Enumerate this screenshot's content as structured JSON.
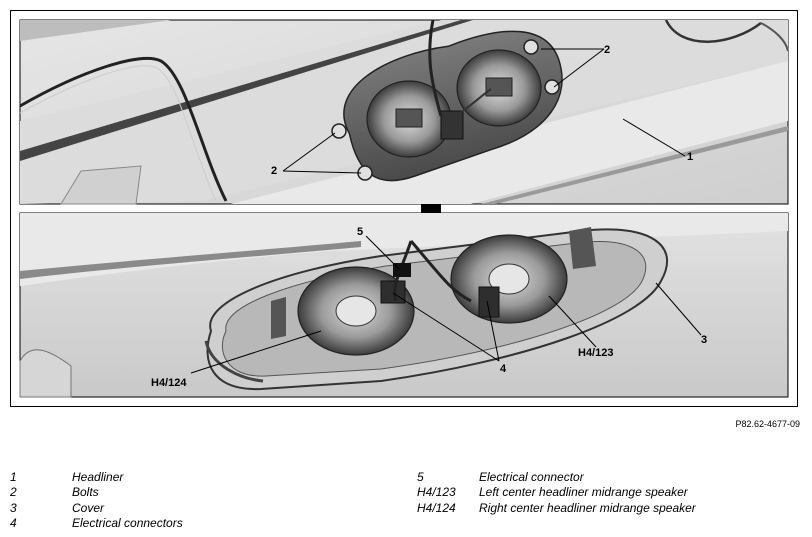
{
  "figure": {
    "id": "P82.62-4677-09",
    "callouts": {
      "c1": "1",
      "c2a": "2",
      "c2b": "2",
      "c3": "3",
      "c4": "4",
      "c5": "5",
      "h4_123": "H4/123",
      "h4_124": "H4/124"
    }
  },
  "legend": {
    "left": [
      {
        "code": "1",
        "label": "Headliner"
      },
      {
        "code": "2",
        "label": "Bolts"
      },
      {
        "code": "3",
        "label": "Cover"
      },
      {
        "code": "4",
        "label": "Electrical connectors"
      }
    ],
    "right": [
      {
        "code": "5",
        "label": "Electrical connector"
      },
      {
        "code": "H4/123",
        "label": "Left center headliner midrange speaker"
      },
      {
        "code": "H4/124",
        "label": "Right center headliner midrange speaker"
      }
    ]
  }
}
